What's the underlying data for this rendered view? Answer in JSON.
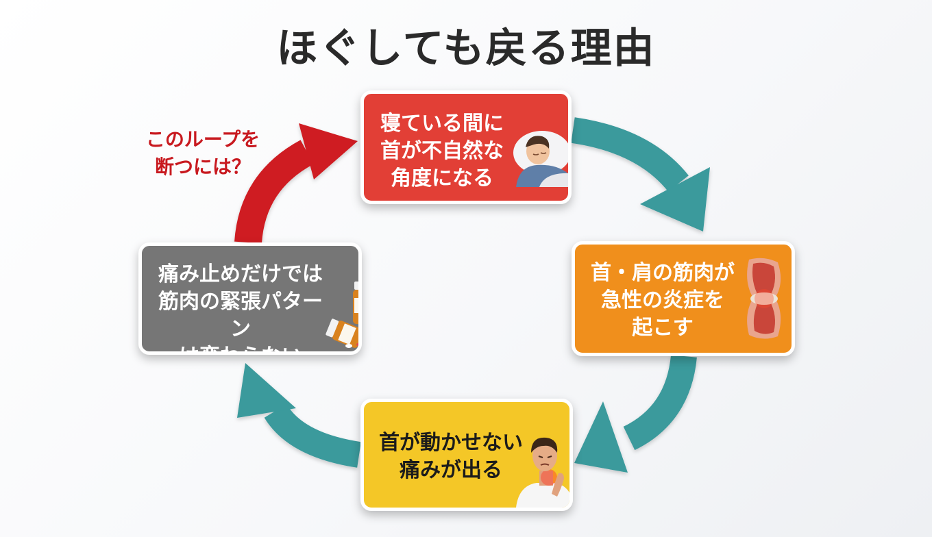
{
  "title": "ほぐしても戻る理由",
  "callout": "このループを\n断つには？",
  "steps": [
    {
      "text": "寝ている間に\n首が不自然な\n角度になる",
      "color": "#e23f36",
      "icon": "sleeping-person-icon"
    },
    {
      "text": "首・肩の筋肉が\n急性の炎症を\n起こす",
      "color": "#f08f1c",
      "icon": "inflamed-muscle-icon"
    },
    {
      "text": "首が動かせない\n痛みが出る",
      "color": "#f4c727",
      "icon": "neck-pain-person-icon"
    },
    {
      "text": "痛み止めだけでは\n筋肉の緊張パターン\nは変わらない",
      "color": "#767676",
      "icon": "pill-bottles-icon"
    }
  ],
  "colors": {
    "loop_arrow": "#3a9a9c",
    "break_arrow": "#cf1f24",
    "title": "#2a2a2a"
  }
}
